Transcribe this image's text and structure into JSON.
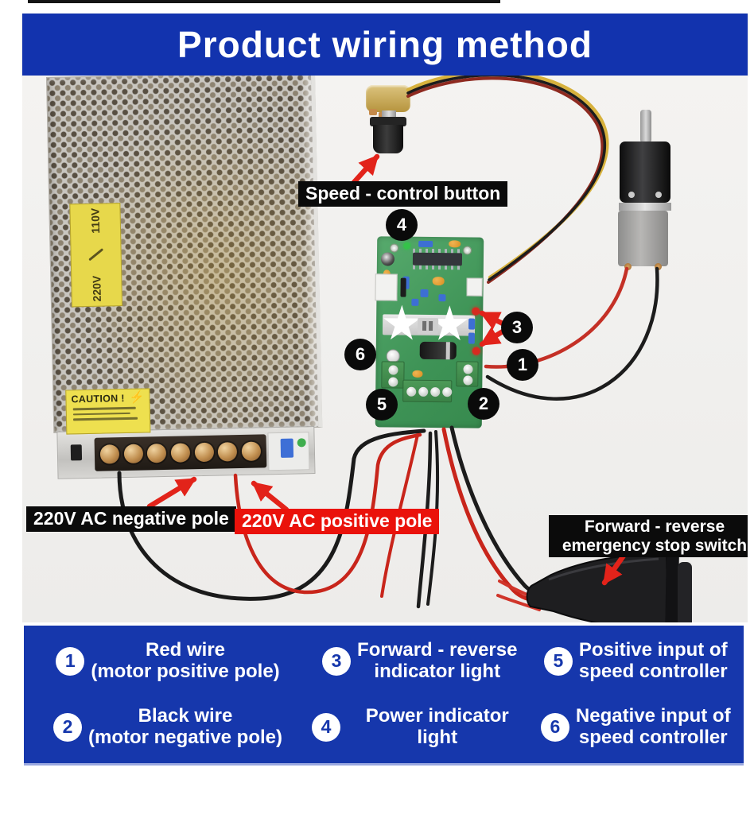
{
  "header": {
    "title": "Product wiring method"
  },
  "photo": {
    "callouts": {
      "speed_control": "Speed - control button",
      "ac_negative": "220V AC negative pole",
      "ac_positive": "220V AC positive pole",
      "stop_switch_line1": "Forward - reverse",
      "stop_switch_line2": "emergency stop switch"
    },
    "psu": {
      "voltage_top": "110V",
      "voltage_bottom": "220V",
      "caution": "CAUTION !"
    }
  },
  "legend": {
    "items": [
      {
        "num": "1",
        "line1": "Red wire",
        "line2": "(motor positive pole)"
      },
      {
        "num": "2",
        "line1": "Black wire",
        "line2": "(motor negative pole)"
      },
      {
        "num": "3",
        "line1": "Forward - reverse",
        "line2": "indicator light"
      },
      {
        "num": "4",
        "line1": "Power indicator light",
        "line2": ""
      },
      {
        "num": "5",
        "line1": "Positive input of",
        "line2": "speed controller"
      },
      {
        "num": "6",
        "line1": "Negative input of",
        "line2": "speed controller"
      }
    ]
  },
  "colors": {
    "banner_blue": "#1233ae",
    "legend_blue": "#1637ac",
    "label_black": "#0b0b0b",
    "label_red": "#ea120b",
    "arrow_red": "#e2231a",
    "pcb_green": "#4aa05f",
    "wire_red": "#c8251b",
    "wire_black": "#1c1c1c",
    "wire_yellow": "#d7b13c"
  }
}
